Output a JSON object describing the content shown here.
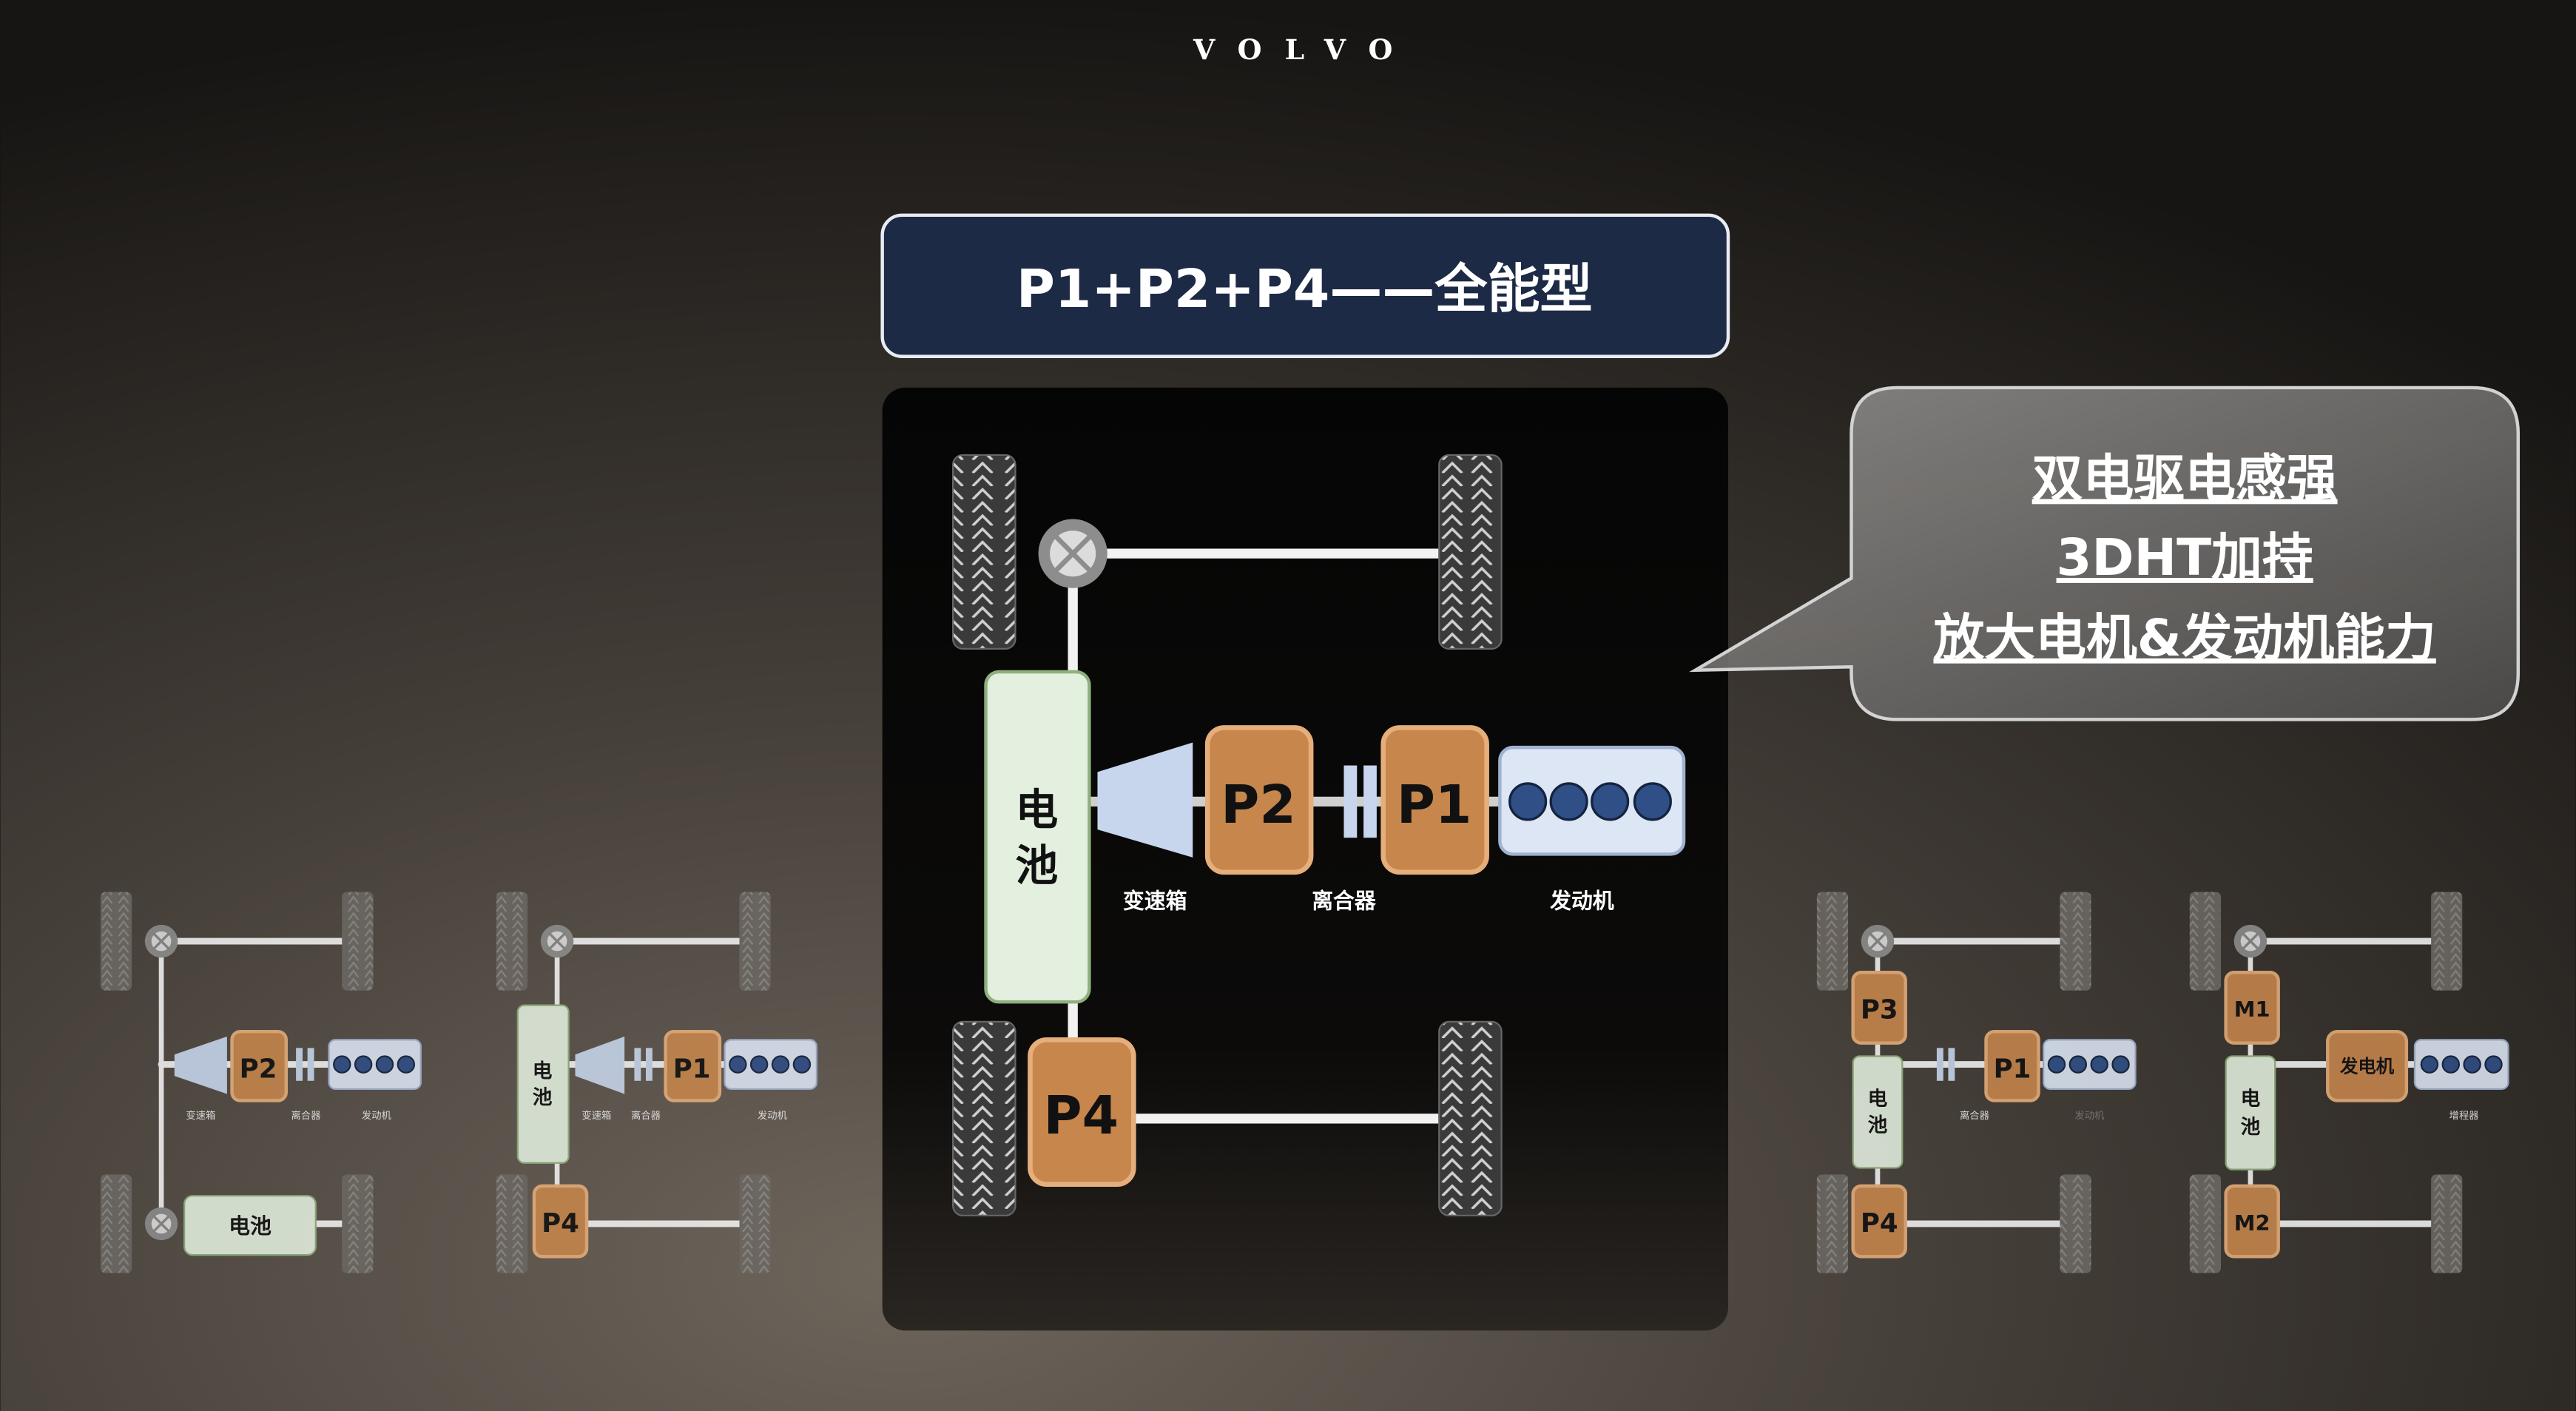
{
  "brand": {
    "logo_text": "VOLVO"
  },
  "title": "P1+P2+P4——全能型",
  "callout": {
    "lines": [
      "双电驱电感强",
      "3DHT加持",
      "放大电机&发动机能力"
    ]
  },
  "main_diagram": {
    "battery": [
      "电",
      "池"
    ],
    "p2": "P2",
    "p1": "P1",
    "p4": "P4",
    "labels": {
      "transmission": "变速箱",
      "clutch": "离合器",
      "engine": "发动机"
    }
  },
  "mini_diagrams": [
    {
      "motor": "P2",
      "battery": "电池",
      "labels": [
        "变速箱",
        "离合器",
        "发动机"
      ]
    },
    {
      "battery": [
        "电",
        "池"
      ],
      "motor": "P1",
      "rear": "P4",
      "labels": [
        "变速箱",
        "离合器",
        "发动机"
      ]
    },
    {
      "front": "P3",
      "battery": [
        "电",
        "池"
      ],
      "motor": "P1",
      "rear": "P4",
      "labels": [
        "离合器",
        "发动机"
      ]
    },
    {
      "front": "M1",
      "battery": [
        "电",
        "池"
      ],
      "generator": "发电机",
      "rear": "M2",
      "labels": [
        "增程器"
      ]
    }
  ],
  "colors": {
    "motor": "#c6864c",
    "battery": "#e3efdf",
    "engine": "#dde6f4",
    "title_bg": "#1c2a46"
  }
}
